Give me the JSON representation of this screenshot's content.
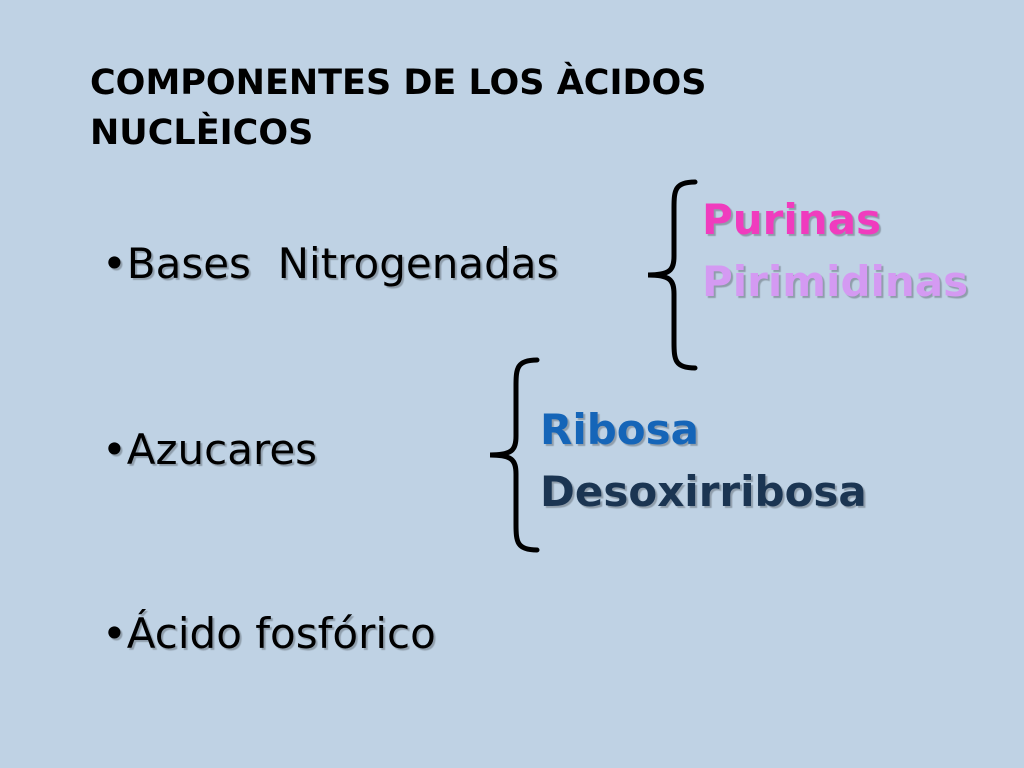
{
  "slide": {
    "title": "COMPONENTES DE LOS ÀCIDOS NUCLÈICOS",
    "bullets": [
      {
        "label": "•Bases  Nitrogenadas"
      },
      {
        "label": "•Azucares"
      },
      {
        "label": "•Ácido fosfórico"
      }
    ],
    "groups": {
      "bases": {
        "items": [
          {
            "label": "Purinas",
            "color": "#f03cbe"
          },
          {
            "label": "Pirimidinas",
            "color": "#d49af2"
          }
        ]
      },
      "sugars": {
        "items": [
          {
            "label": "Ribosa",
            "color": "#1565b8"
          },
          {
            "label": "Desoxirribosa",
            "color": "#1b3552"
          }
        ]
      }
    },
    "colors": {
      "background": "#bfd2e4",
      "text": "#000000"
    }
  }
}
